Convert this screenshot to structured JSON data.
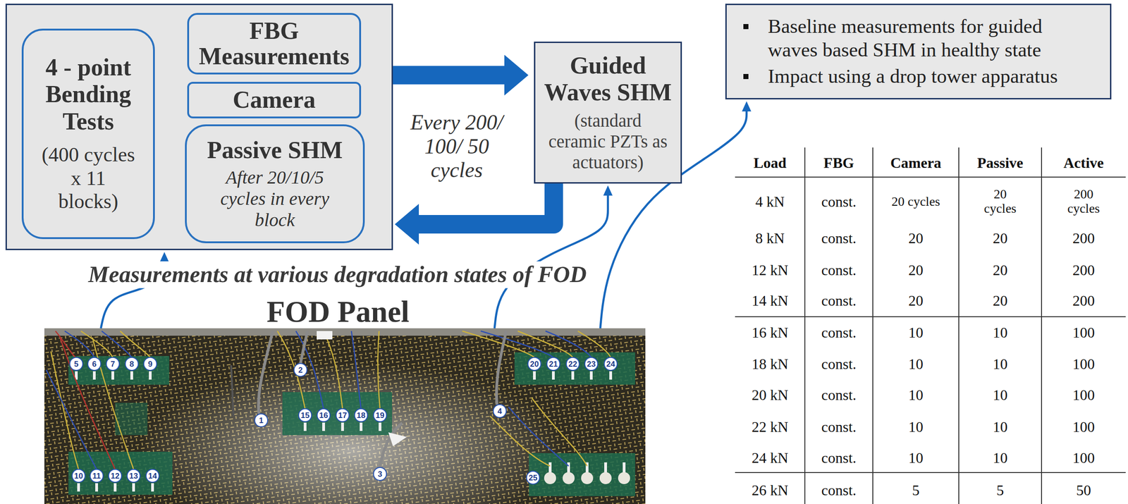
{
  "diagram": {
    "nodes": [
      {
        "text": []
      },
      {
        "text": [
          "4 - point Bending Tests",
          "(400 cycles x 11 blocks)"
        ],
        "in": 0
      },
      {
        "text": [
          "FBG Measurements"
        ],
        "in": 0
      },
      {
        "text": [
          "Camera"
        ],
        "in": 0
      },
      {
        "text": [
          "Passive SHM",
          "After 20/10/5 cycles in every block"
        ],
        "in": 0
      },
      {
        "text": [
          "Guided Waves SHM",
          "(standard ceramic PZTs as actuators)"
        ]
      },
      {
        "text": [
          "Baseline measurements for guided waves based SHM in healthy state",
          "Impact using a drop tower apparatus"
        ]
      },
      {
        "text": [
          "FOD Panel"
        ]
      }
    ],
    "edges": [
      {
        "from": 0,
        "to": 5,
        "arrow": "to",
        "label": "Every 200/ 100/ 50 cycles"
      },
      {
        "from": 5,
        "to": 0,
        "arrow": "to"
      },
      {
        "from": 7,
        "to": 0,
        "arrow": "to"
      },
      {
        "from": 7,
        "to": 5,
        "arrow": "to"
      },
      {
        "from": 7,
        "to": 6,
        "arrow": "to"
      }
    ],
    "labels": [
      "Measurements at various degradation states of FOD",
      "Load",
      "FBG",
      "Camera",
      "Passive",
      "Active",
      "4 kN",
      "const.",
      "20 cycles",
      "20 cycles",
      "200 cycles",
      "8 kN",
      "const.",
      "20",
      "20",
      "200",
      "12 kN",
      "const.",
      "20",
      "20",
      "200",
      "14 kN",
      "const.",
      "20",
      "20",
      "200",
      "16 kN",
      "const.",
      "10",
      "10",
      "100",
      "18 kN",
      "const.",
      "10",
      "10",
      "100",
      "20 kN",
      "const.",
      "10",
      "10",
      "100",
      "22 kN",
      "const.",
      "10",
      "10",
      "100",
      "24 kN",
      "const.",
      "10",
      "10",
      "100",
      "26 kN",
      "const.",
      "5",
      "5",
      "50",
      "1",
      "2",
      "3",
      "4",
      "5",
      "6",
      "7",
      "8",
      "9",
      "10",
      "11",
      "12",
      "13",
      "14",
      "15",
      "16",
      "17",
      "18",
      "19",
      "20",
      "21",
      "22",
      "23",
      "24",
      "25"
    ]
  }
}
